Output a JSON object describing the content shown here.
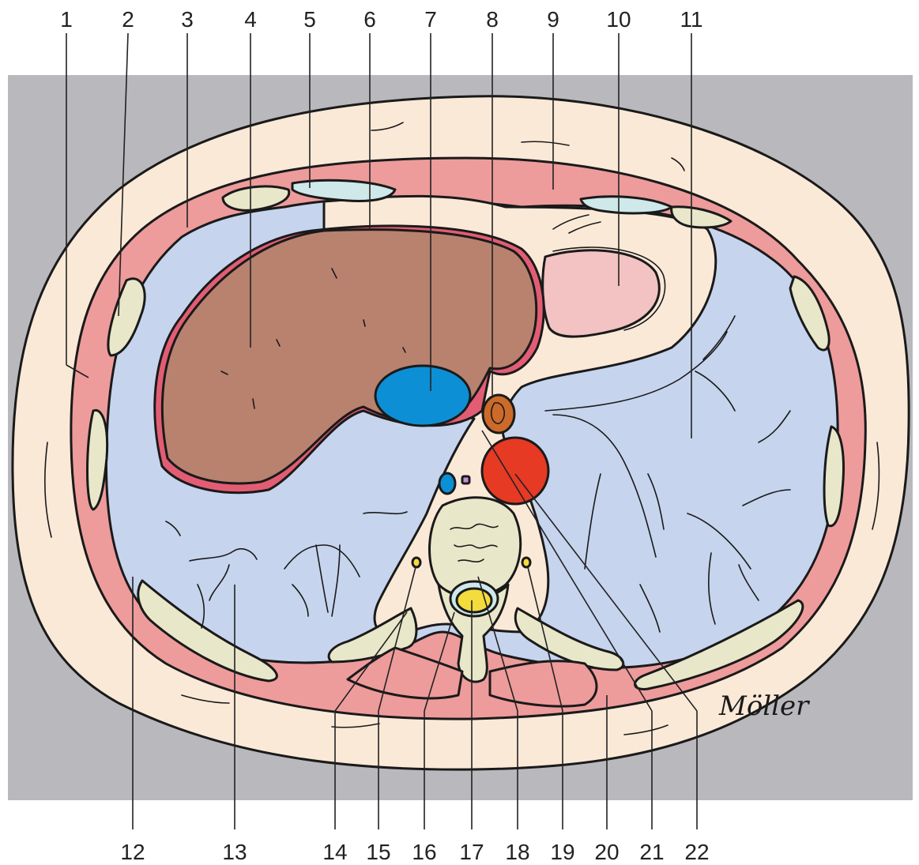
{
  "labels_top": [
    "1",
    "2",
    "3",
    "4",
    "5",
    "6",
    "7",
    "8",
    "9",
    "10",
    "11"
  ],
  "labels_bottom": [
    "12",
    "13",
    "14",
    "15",
    "16",
    "17",
    "18",
    "19",
    "20",
    "21",
    "22"
  ],
  "signature": "Möller",
  "colors": {
    "background_panel": "#b9b9bd",
    "skin_fat": "#fbe9d8",
    "muscle": "#ee9b9b",
    "lung": "#c6d4ee",
    "liver": "#b8826f",
    "heart_pink": "#f3c2c2",
    "bone": "#e9e7c9",
    "cartilage": "#cfe8ea",
    "ivc_blue": "#0d8fd6",
    "aorta_red": "#e63a24",
    "esophagus_orange": "#cc6a2a",
    "spinal_cord_yellow": "#f4dc3c",
    "pericardium_pink": "#e25d73",
    "outline": "#1a1a1a"
  }
}
